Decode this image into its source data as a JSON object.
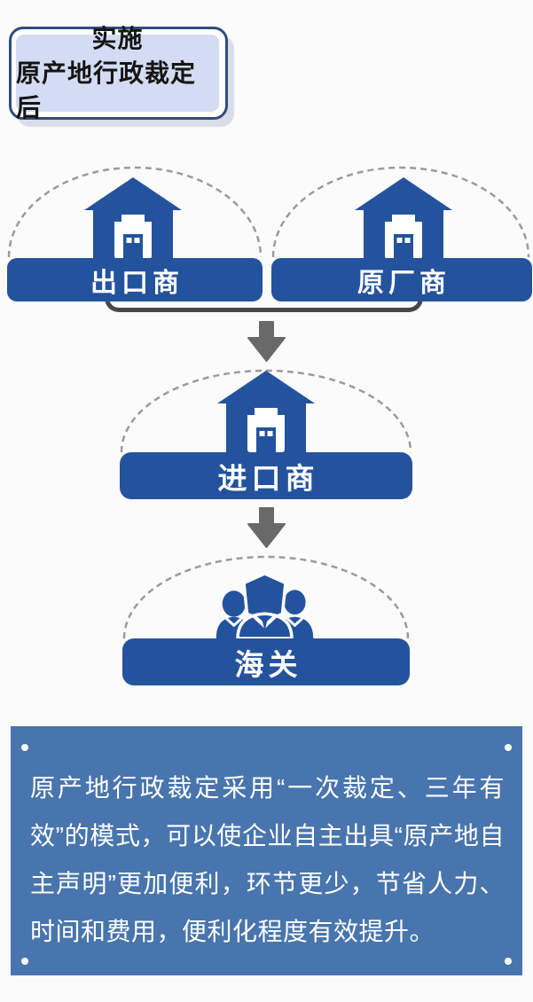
{
  "page": {
    "background": "#fbfbfb"
  },
  "colors": {
    "primary_blue": "#24539e",
    "panel_blue": "#4875ad",
    "header_fill": "#d3dcf2",
    "header_border": "#2e4d80",
    "header_text": "#151515",
    "arrow_gray": "#696969",
    "bracket_gray": "#474747",
    "arc_gray": "#9b9b9b"
  },
  "header": {
    "line1": "实施",
    "line2": "原产地行政裁定后"
  },
  "flow": {
    "exporter": {
      "label": "出口商",
      "icon": "warehouse-icon"
    },
    "manufacturer": {
      "label": "原厂商",
      "icon": "warehouse-icon"
    },
    "importer": {
      "label": "进口商",
      "icon": "warehouse-icon"
    },
    "customs": {
      "label": "海关",
      "icon": "customs-officers-icon"
    }
  },
  "panel": {
    "text": "原产地行政裁定采用“一次裁定、三年有效”的模式，可以使企业自主出具“原产地自主声明”更加便利，环节更少，节省人力、时间和费用，便利化程度有效提升。"
  }
}
